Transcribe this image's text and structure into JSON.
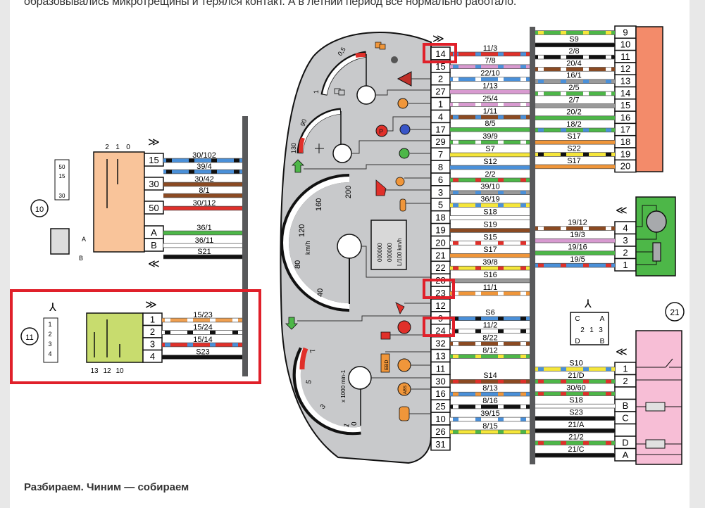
{
  "article": {
    "intro_text": "образовывались микротрещины и терялся контакт. А в летний период все нормально работало.",
    "caption": "Разбираем. Чиним — собираем"
  },
  "colors": {
    "highlight": "#e0202a",
    "cluster_gray": "#c8c9cb",
    "ignition_body": "#f9c49a",
    "switch_body": "#c8dc6e",
    "connector_salmon": "#f38b6a",
    "motor_green": "#4db748",
    "pink_block": "#f7bed6",
    "bus_gray": "#58595b"
  },
  "ignition_switch": {
    "id": "10",
    "positions": [
      "2",
      "1",
      "0"
    ],
    "connector_pins": [
      "50",
      "15",
      "30"
    ],
    "pins": [
      {
        "pin": "15",
        "wires": [
          {
            "label": "30/102",
            "colors": [
              "#4a90d9",
              "#111"
            ]
          },
          {
            "label": "39/4",
            "colors": [
              "#4a90d9",
              "#111"
            ]
          }
        ]
      },
      {
        "pin": "30",
        "wires": [
          {
            "label": "30/42",
            "colors": [
              "#8b4a22"
            ]
          },
          {
            "label": "8/1",
            "colors": [
              "#8b4a22"
            ]
          }
        ]
      },
      {
        "pin": "50",
        "wires": [
          {
            "label": "30/112",
            "colors": [
              "#e0302a"
            ]
          }
        ]
      },
      {
        "pin": "A",
        "wires": [
          {
            "label": "36/1",
            "colors": [
              "#4db748"
            ]
          }
        ]
      },
      {
        "pin": "B",
        "wires": [
          {
            "label": "36/11",
            "colors": [
              "#ffffff"
            ]
          },
          {
            "label": "S21",
            "colors": [
              "#111"
            ]
          }
        ]
      }
    ],
    "coil_connector_pins": [
      "A",
      "B"
    ]
  },
  "light_switch": {
    "id": "11",
    "positions": [
      "13",
      "12",
      "10"
    ],
    "connector_pins": [
      "1",
      "2",
      "3",
      "4"
    ],
    "pins": [
      {
        "pin": "1",
        "wire": "15/23",
        "colors": [
          "#f0a050",
          "#ffffff"
        ]
      },
      {
        "pin": "2",
        "wire": "15/24",
        "colors": [
          "#ffffff",
          "#111"
        ]
      },
      {
        "pin": "3",
        "wire": "15/14",
        "colors": [
          "#e0302a",
          "#4a90d9"
        ]
      },
      {
        "pin": "4",
        "wire": "S23",
        "colors": [
          "#111"
        ]
      }
    ]
  },
  "cluster": {
    "fuel_gauge": {
      "ticks": [
        "1",
        "0,5"
      ]
    },
    "temp_gauge": {
      "ticks": [
        "130",
        "90"
      ]
    },
    "speedometer": {
      "ticks": [
        "40",
        "80",
        "120",
        "160",
        "200"
      ],
      "unit": "km/h"
    },
    "tachometer": {
      "ticks": [
        "0",
        "1",
        "3",
        "5",
        "7"
      ],
      "unit": "x 1000 min-1"
    },
    "lcd": {
      "line1": "000000",
      "line2": "000000",
      "line3": "L/100 km/h"
    },
    "indicators": [
      "fuel-reserve",
      "hazard",
      "glow-plug",
      "parking-brake",
      "high-beam",
      "side-lights",
      "turn-left",
      "airbag",
      "door-open",
      "seatbelt",
      "brake-pad",
      "battery",
      "ebd",
      "brake-warning",
      "abs",
      "oil-pressure",
      "turn-right"
    ],
    "ebd_label": "EBD",
    "abs_label": "ABS"
  },
  "cluster_connector": {
    "pins": [
      {
        "pin": "14",
        "wire": "11/3",
        "colors": [
          "#e0302a",
          "#4a90d9"
        ],
        "highlighted": true
      },
      {
        "pin": "15",
        "wire": "7/8",
        "colors": [
          "#d89ad0",
          "#4a90d9"
        ]
      },
      {
        "pin": "2",
        "wire": "22/10",
        "colors": [
          "#4a90d9",
          "#ffffff"
        ]
      },
      {
        "pin": "27",
        "wire": "1/13",
        "colors": [
          "#d89ad0"
        ]
      },
      {
        "pin": "1",
        "wire": "25/4",
        "colors": [
          "#d89ad0",
          "#ffffff"
        ]
      },
      {
        "pin": "4",
        "wire": "1/11",
        "colors": [
          "#8b4a22",
          "#4a90d9"
        ]
      },
      {
        "pin": "17",
        "wire": "8/5",
        "colors": [
          "#4db748"
        ]
      },
      {
        "pin": "29",
        "wire": "39/9",
        "colors": [
          "#4db748",
          "#ffffff"
        ]
      },
      {
        "pin": "7",
        "wire": "S7",
        "colors": [
          "#f5e63a"
        ]
      },
      {
        "pin": "8",
        "wire": "S12",
        "colors": [
          "#4a90d9"
        ]
      },
      {
        "pin": "6",
        "wire": "2/2",
        "colors": [
          "#4db748",
          "#e0302a"
        ]
      },
      {
        "pin": "3",
        "wire": "39/10",
        "colors": [
          "#9a9a9a",
          "#4a90d9"
        ]
      },
      {
        "pin": "5",
        "wire": "36/19",
        "colors": [
          "#f5e63a",
          "#4a90d9"
        ]
      },
      {
        "pin": "18",
        "wire": "S18",
        "colors": [
          "#ffffff"
        ]
      },
      {
        "pin": "19",
        "wire": "S19",
        "colors": [
          "#8b4a22"
        ]
      },
      {
        "pin": "20",
        "wire": "S15",
        "colors": [
          "#ffffff",
          "#e0302a"
        ]
      },
      {
        "pin": "21",
        "wire": "S17",
        "colors": [
          "#f0963a"
        ]
      },
      {
        "pin": "22",
        "wire": "39/8",
        "colors": [
          "#f5e63a",
          "#e0302a"
        ]
      },
      {
        "pin": "28",
        "wire": "S16",
        "colors": [
          "#9a9a9a"
        ]
      },
      {
        "pin": "23",
        "wire": "11/1",
        "colors": [
          "#f0963a",
          "#ffffff"
        ],
        "highlighted": true
      },
      {
        "pin": "12",
        "wire": "",
        "colors": []
      },
      {
        "pin": "9",
        "wire": "S6",
        "colors": [
          "#4a90d9",
          "#111"
        ]
      },
      {
        "pin": "24",
        "wire": "11/2",
        "colors": [
          "#ffffff",
          "#111"
        ],
        "highlighted": true
      },
      {
        "pin": "32",
        "wire": "8/22",
        "colors": [
          "#8b4a22",
          "#ffffff"
        ]
      },
      {
        "pin": "13",
        "wire": "8/12",
        "colors": [
          "#4db748",
          "#f5e63a"
        ]
      },
      {
        "pin": "11",
        "wire": "",
        "colors": []
      },
      {
        "pin": "30",
        "wire": "S14",
        "colors": [
          "#8b4a22",
          "#e0302a"
        ]
      },
      {
        "pin": "16",
        "wire": "8/13",
        "colors": [
          "#4a90d9",
          "#f0963a"
        ]
      },
      {
        "pin": "25",
        "wire": "8/16",
        "colors": [
          "#111",
          "#ffffff"
        ]
      },
      {
        "pin": "10",
        "wire": "39/15",
        "colors": [
          "#ffffff",
          "#4a90d9"
        ]
      },
      {
        "pin": "26",
        "wire": "8/15",
        "colors": [
          "#f5e63a",
          "#4db748"
        ]
      },
      {
        "pin": "31",
        "wire": "",
        "colors": []
      }
    ]
  },
  "right_connector_top": {
    "pins": [
      {
        "pin": "9",
        "wire": "",
        "colors": [
          "#4db748",
          "#f5e63a"
        ]
      },
      {
        "pin": "10",
        "wire": "S9",
        "colors": [
          "#111"
        ]
      },
      {
        "pin": "11",
        "wire": "2/8",
        "colors": [
          "#111",
          "#ffffff"
        ]
      },
      {
        "pin": "12",
        "wire": "20/4",
        "colors": [
          "#8b4a22",
          "#ffffff"
        ]
      },
      {
        "pin": "13",
        "wire": "16/1",
        "colors": [
          "#9a9a9a",
          "#4a90d9"
        ]
      },
      {
        "pin": "14",
        "wire": "2/5",
        "colors": [
          "#4db748",
          "#ffffff"
        ]
      },
      {
        "pin": "15",
        "wire": "2/7",
        "colors": [
          "#9a9a9a"
        ]
      },
      {
        "pin": "16",
        "wire": "20/2",
        "colors": [
          "#4db748"
        ]
      },
      {
        "pin": "17",
        "wire": "18/2",
        "colors": [
          "#4db748",
          "#4a90d9"
        ]
      },
      {
        "pin": "18",
        "wire": "S17",
        "colors": [
          "#f0963a"
        ]
      },
      {
        "pin": "19",
        "wire": "S22",
        "colors": [
          "#f5e63a",
          "#111"
        ]
      },
      {
        "pin": "20",
        "wire": "S17",
        "colors": [
          "#f0963a"
        ]
      }
    ]
  },
  "heater_motor": {
    "pins": [
      {
        "pin": "4",
        "wire": "19/12",
        "colors": [
          "#8b4a22",
          "#ffffff"
        ]
      },
      {
        "pin": "3",
        "wire": "19/3",
        "colors": [
          "#d89ad0"
        ]
      },
      {
        "pin": "2",
        "wire": "19/16",
        "colors": [
          "#4db748"
        ]
      },
      {
        "pin": "1",
        "wire": "19/5",
        "colors": [
          "#4a90d9",
          "#e0302a"
        ]
      }
    ]
  },
  "connector_21": {
    "id": "21",
    "plug_pins": [
      "C",
      "A",
      "2",
      "1",
      "3",
      "D",
      "B"
    ],
    "pins": [
      {
        "pin": "1",
        "wire": "S10",
        "colors": [
          "#f5e63a",
          "#4a90d9"
        ]
      },
      {
        "pin": "2",
        "wire": "21/D",
        "colors": [
          "#4db748",
          "#e0302a"
        ]
      },
      {
        "pin": "",
        "wire": "30/60",
        "colors": [
          "#4db748",
          "#e0302a"
        ]
      },
      {
        "pin": "B",
        "wire": "S18",
        "colors": [
          "#ffffff"
        ]
      },
      {
        "pin": "C",
        "wire": "S23",
        "colors": [
          "#111"
        ]
      },
      {
        "pin": "",
        "wire": "21/A",
        "colors": [
          "#111"
        ]
      },
      {
        "pin": "D",
        "wire": "21/2",
        "colors": [
          "#4db748",
          "#e0302a"
        ]
      },
      {
        "pin": "A",
        "wire": "21/C",
        "colors": [
          "#111"
        ]
      }
    ]
  }
}
